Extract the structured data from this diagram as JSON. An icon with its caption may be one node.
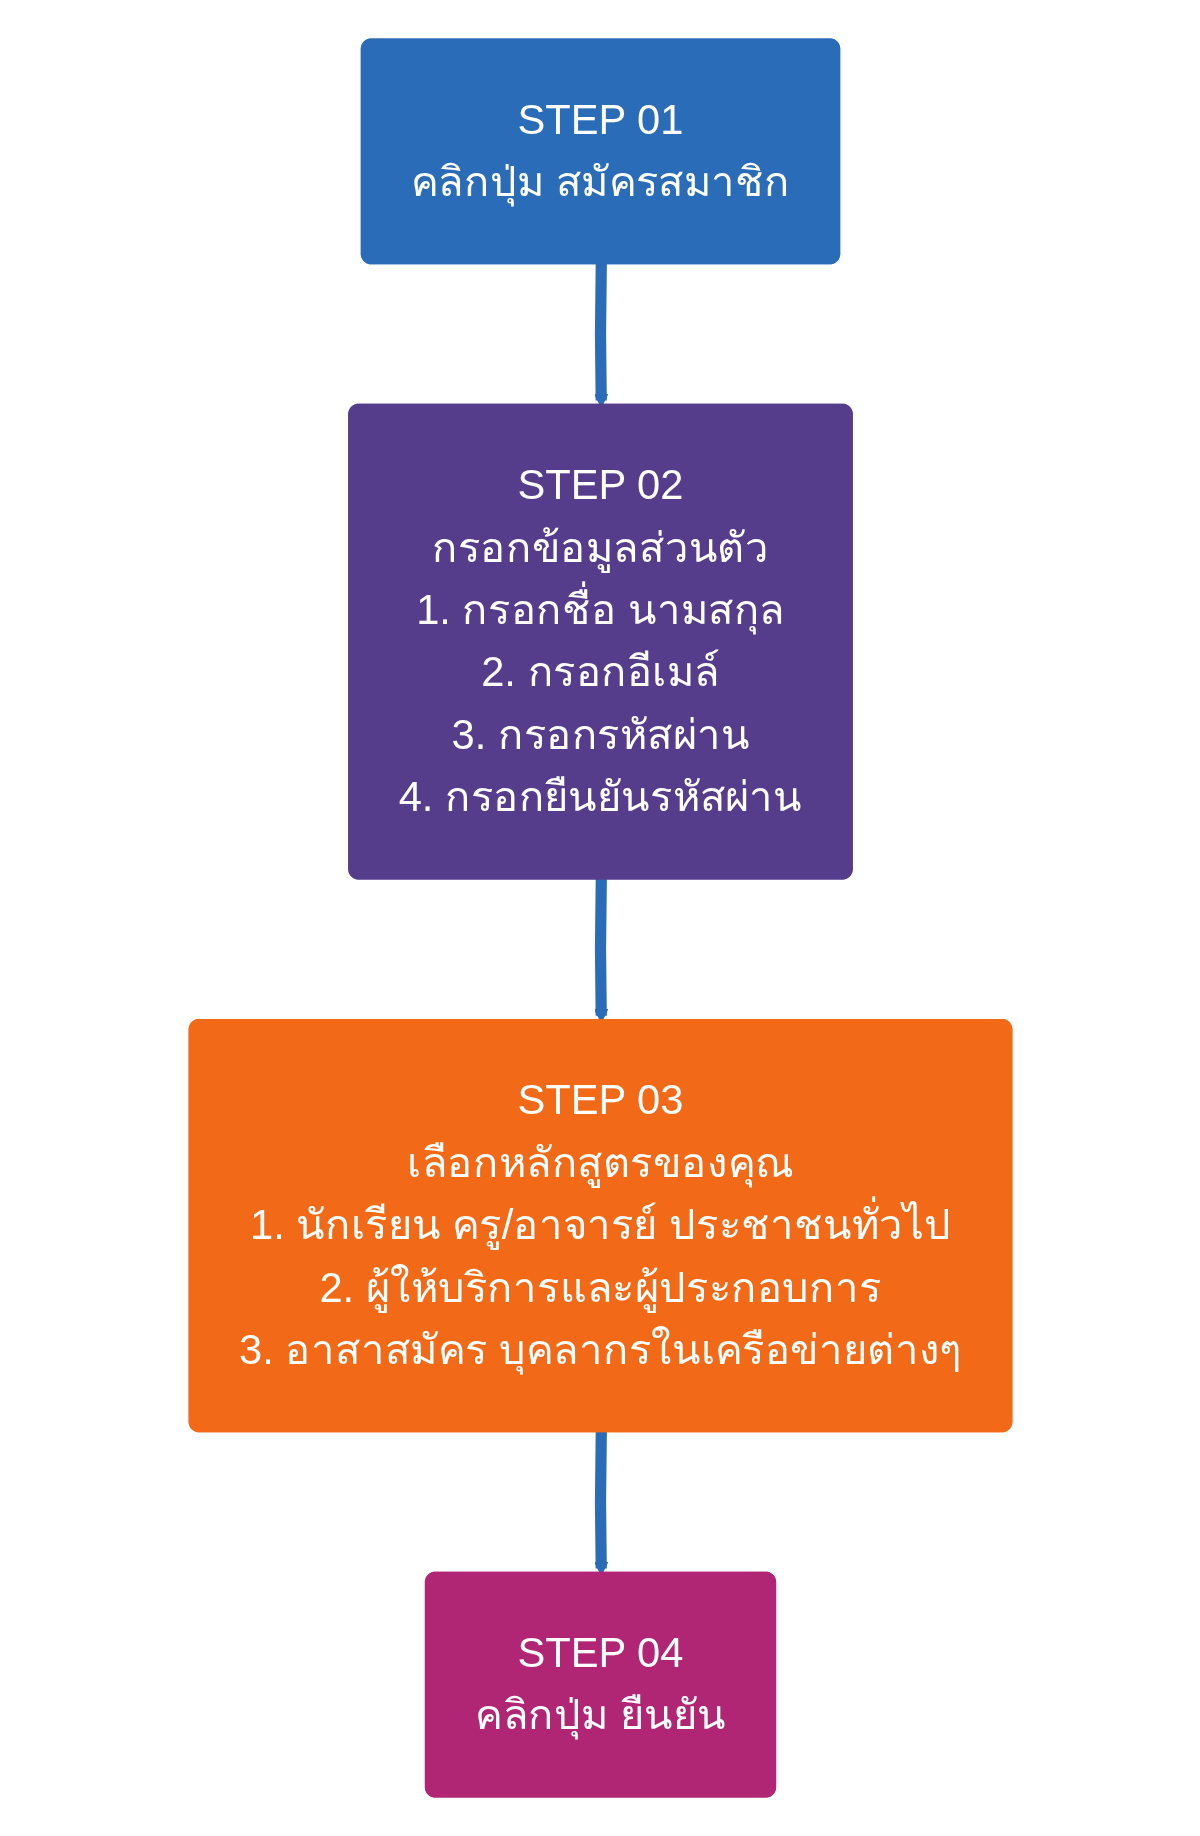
{
  "diagram": {
    "nodes": [
      {
        "text": [
          "STEP 01",
          "คลิกปุ่ม สมัครสมาชิก"
        ]
      },
      {
        "text": [
          "STEP 02",
          "กรอกข้อมูลส่วนตัว",
          "1. กรอกชื่อ นามสกุล",
          "2. กรอกอีเมล์",
          "3. กรอกรหัสผ่าน",
          "4. กรอกยืนยันรหัสผ่าน"
        ]
      },
      {
        "text": [
          "STEP 03",
          "เลือกหลักสูตรของคุณ",
          "1. นักเรียน ครู/อาจารย์ ประชาชนทั่วไป",
          "2. ผู้ให้บริการและผู้ประกอบการ",
          "3. อาสาสมัคร บุคลากรในเครือข่ายต่างๆ"
        ]
      },
      {
        "text": [
          "STEP 04",
          "คลิกปุ่ม ยืนยัน"
        ]
      }
    ],
    "edges": [
      {
        "from": 0,
        "to": 1,
        "arrow": "to"
      },
      {
        "from": 1,
        "to": 2,
        "arrow": "to"
      },
      {
        "from": 2,
        "to": 3,
        "arrow": "to"
      }
    ]
  }
}
